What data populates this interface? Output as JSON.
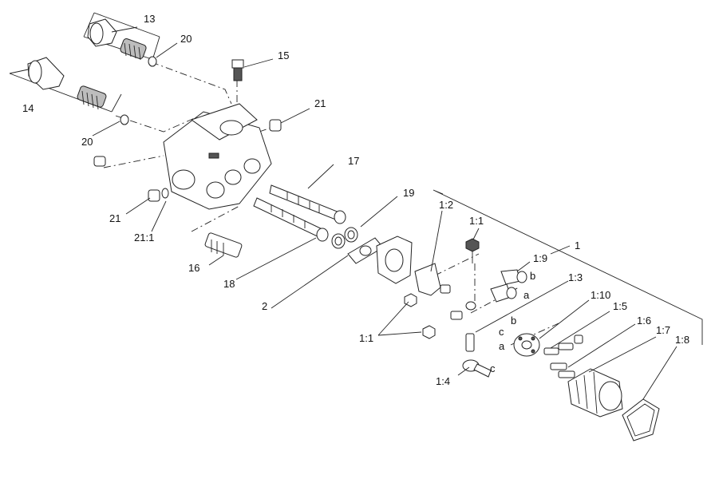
{
  "labels": {
    "l13": "13",
    "l20a": "20",
    "l15": "15",
    "l14": "14",
    "l21a": "21",
    "l20b": "20",
    "l17": "17",
    "l19": "19",
    "l21b": "21",
    "l21_1": "21:1",
    "l1_2": "1:2",
    "l1_1a": "1:1",
    "l16": "16",
    "l1": "1",
    "l1_9": "1:9",
    "l18": "18",
    "l2": "2",
    "lb1": "b",
    "l1_3": "1:3",
    "la1": "a",
    "l1_10": "1:10",
    "l1_5": "1:5",
    "l1_6": "1:6",
    "lb2": "b",
    "l1_7": "1:7",
    "l1_1b": "1:1",
    "l1_8": "1:8",
    "lc1": "c",
    "la2": "a",
    "lc2": "c",
    "l1_4": "1:4"
  }
}
